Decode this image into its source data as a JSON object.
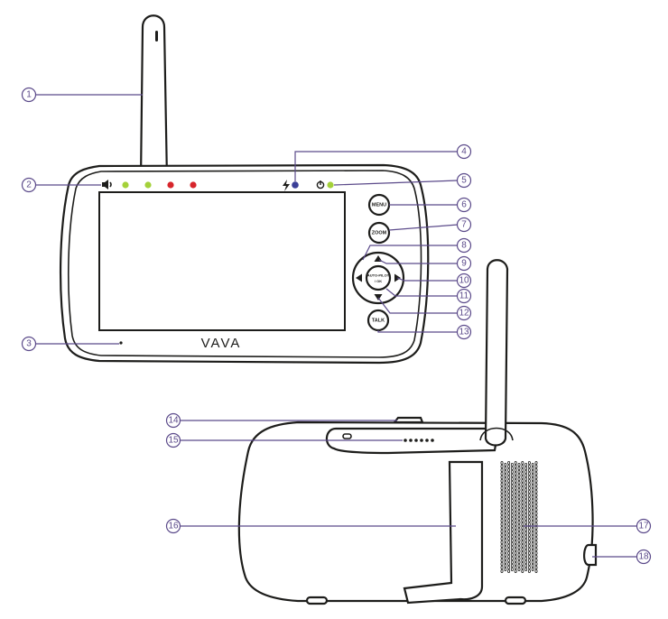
{
  "brand": "VAVA",
  "buttons": {
    "menu": "MENU",
    "zoom": "ZOOM",
    "auto_pilot_line1": "AUTO-PILOT",
    "auto_pilot_line2": "/ OK",
    "talk": "TALK"
  },
  "colors": {
    "callout": "#5b4a8a",
    "outline": "#1d1d1b",
    "led_green": "#a4d13a",
    "led_red": "#d7262c",
    "led_blue": "#3b3f97"
  },
  "icons": [
    "speaker-icon",
    "lightning-icon",
    "power-icon",
    "arrow-up-icon",
    "arrow-down-icon",
    "arrow-left-icon",
    "arrow-right-icon"
  ],
  "callouts": [
    "1",
    "2",
    "3",
    "4",
    "5",
    "6",
    "7",
    "8",
    "9",
    "10",
    "11",
    "12",
    "13",
    "14",
    "15",
    "16",
    "17",
    "18"
  ]
}
